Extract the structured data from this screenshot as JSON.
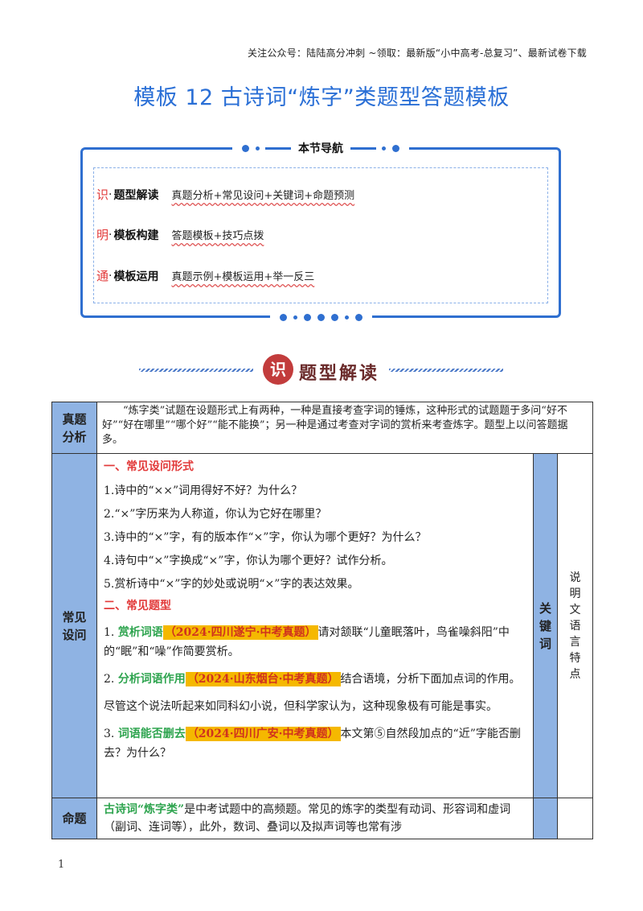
{
  "header_note": "关注公众号：陆陆高分冲刺 ~领取：最新版“小中高考-总复习”、最新试卷下载",
  "title": "模板 12  古诗词“炼字”类题型答题模板",
  "nav": {
    "heading": "本节导航",
    "items": [
      {
        "key": "识",
        "sep": "·",
        "name": "题型解读",
        "desc": "真题分析+常见设问+关键词+命题预测"
      },
      {
        "key": "明",
        "sep": "·",
        "name": "模板构建",
        "desc": "答题模板+技巧点拨"
      },
      {
        "key": "通",
        "sep": "·",
        "name": "模板运用",
        "desc": "真题示例+模板运用+举一反三"
      }
    ]
  },
  "banner": {
    "badge": "识",
    "text": "题型解读"
  },
  "table": {
    "row1": {
      "header": "真题分析",
      "text": "“炼字类”试题在设题形式上有两种，一种是直接考查字词的锤炼，这种形式的试题题于多问“好不好”“好在哪里”“哪个好”“能不能换”；另一种是通过考查对字词的赏析来考查炼字。题型上以问答题据多。"
    },
    "row2": {
      "header": "常见设问",
      "sec1": "一、常见设问形式",
      "questions": [
        "1.诗中的“××”词用得好不好？为什么？",
        "2.“×”字历来为人称道，你认为它好在哪里？",
        "3.诗中的“×”字，有的版本作“×”字，你认为哪个更好？为什么？",
        "4.诗句中“×”字换成“×”字，你认为哪个更好？试作分析。",
        "5.赏析诗中“×”字的妙处或说明“×”字的表达效果。"
      ],
      "sec2": "二、常见题型",
      "types": [
        {
          "num": "1.",
          "label": "赏析词语",
          "tag": "（2024·四川遂宁·中考真题）",
          "text": "请对颔联“儿童眠落叶，鸟雀噪斜阳”中的“眠”和“噪”作简要赏析。"
        },
        {
          "num": "2.",
          "label": "分析词语作用",
          "tag": "（2024·山东烟台·中考真题）",
          "text": "结合语境，分析下面加点词的作用。"
        }
      ],
      "quote": "尽管这个说法听起来如同科幻小说，但科学家认为，这种现象极有可能是事实。",
      "type3": {
        "num": "3.",
        "label": "词语能否删去",
        "tag": "（2024·四川广安·中考真题）",
        "text": "本文第⑤自然段加点的“近”字能否删去？为什么？"
      },
      "kw_header": "关键词",
      "kw_text": [
        "说",
        "明",
        "文",
        "语",
        "言",
        "特",
        "点"
      ]
    },
    "row3": {
      "header": "命题",
      "lead": "古诗词“炼字类”",
      "text": "是中考试题中的高频题。常见的炼字的类型有动词、形容词和虚词（副词、连词等），此外，数词、叠词以及拟声词等也常有涉"
    }
  },
  "page_number": "1"
}
